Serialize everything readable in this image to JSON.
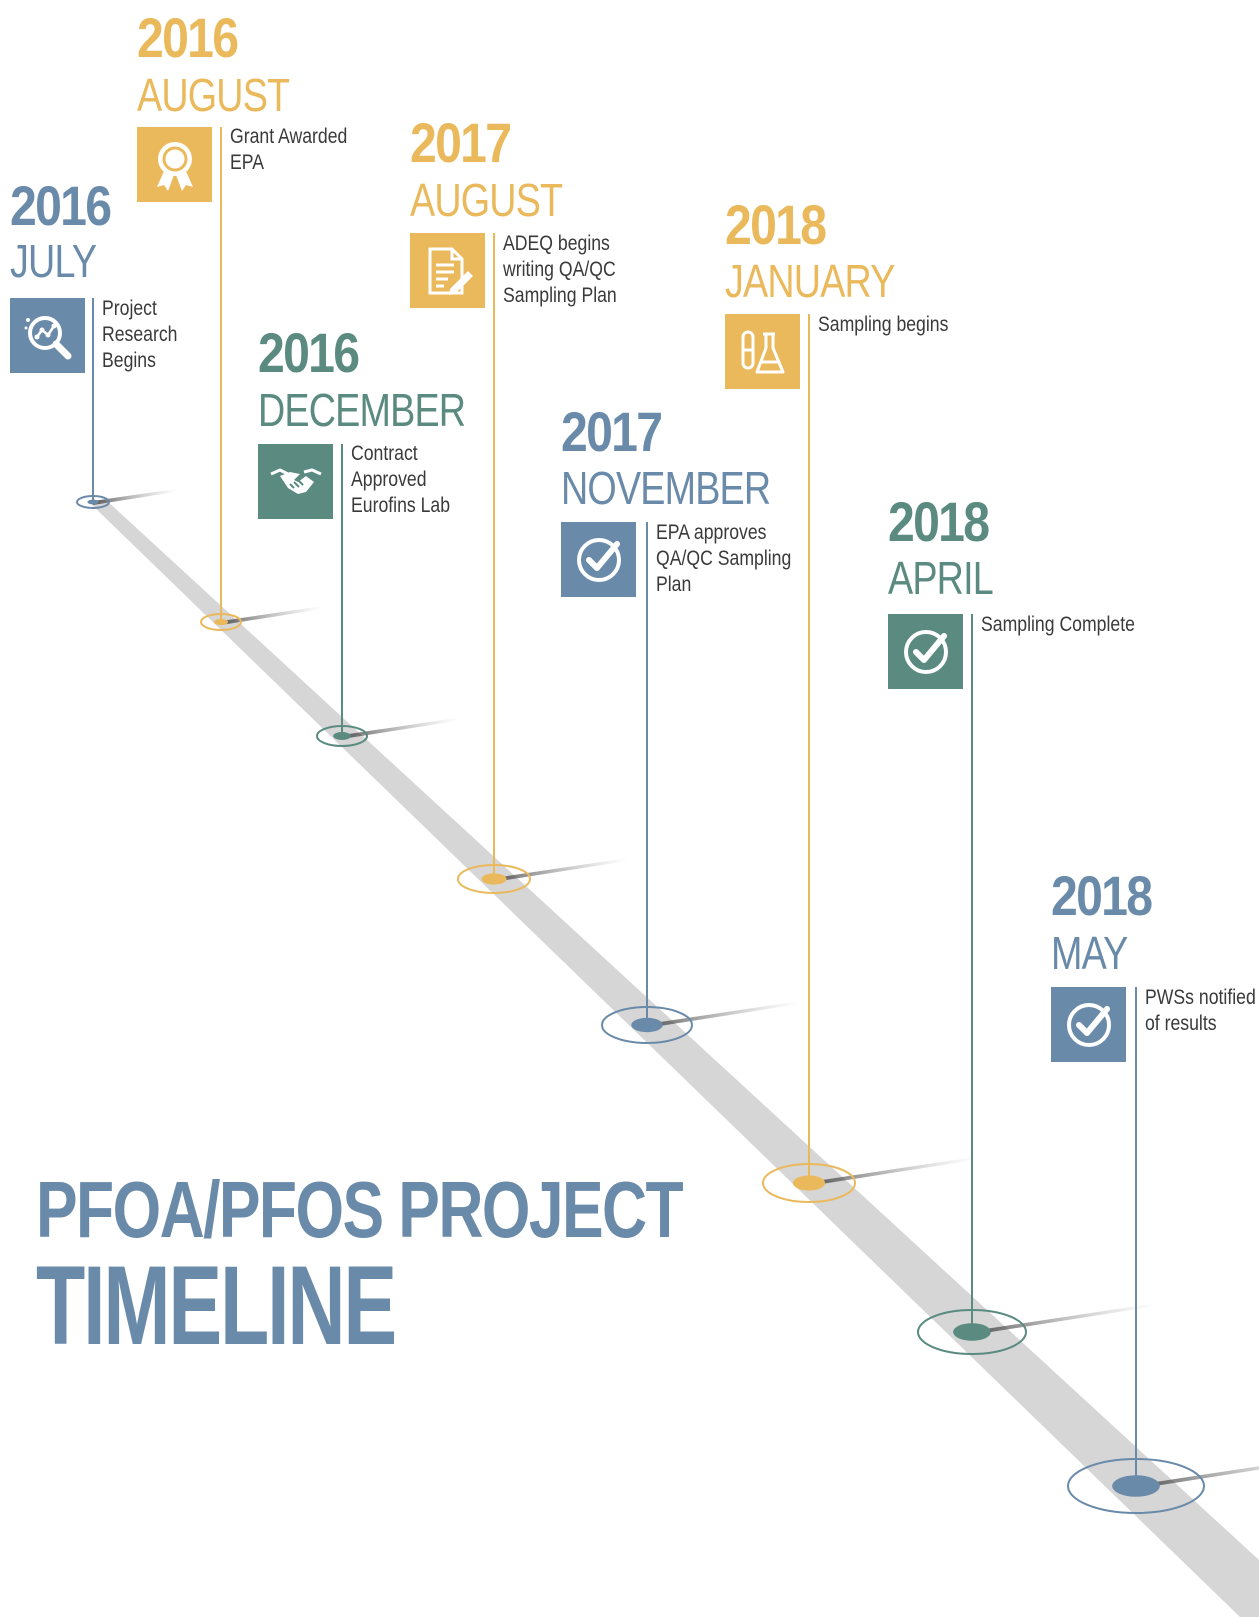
{
  "title": {
    "line1": "PFOA/PFOS PROJECT",
    "line2": "TIMELINE"
  },
  "colors": {
    "blue": "#6a8aaa",
    "gold": "#eab95c",
    "green": "#5a8a80",
    "track": "#d6d6d6",
    "text": "#3a3a3a"
  },
  "events": [
    {
      "year": "2016",
      "month": "JULY",
      "color": "blue",
      "icon": "magnifier-chart-icon",
      "lines": [
        "Project",
        "Research",
        "Begins"
      ]
    },
    {
      "year": "2016",
      "month": "AUGUST",
      "color": "gold",
      "icon": "award-ribbon-icon",
      "lines": [
        "Grant Awarded",
        "EPA"
      ]
    },
    {
      "year": "2016",
      "month": "DECEMBER",
      "color": "green",
      "icon": "handshake-icon",
      "lines": [
        "Contract",
        "Approved",
        "Eurofins Lab"
      ]
    },
    {
      "year": "2017",
      "month": "AUGUST",
      "color": "gold",
      "icon": "document-pencil-icon",
      "lines": [
        "ADEQ begins",
        "writing QA/QC",
        "Sampling Plan"
      ]
    },
    {
      "year": "2017",
      "month": "NOVEMBER",
      "color": "blue",
      "icon": "check-circle-icon",
      "lines": [
        "EPA approves",
        "QA/QC Sampling",
        "Plan"
      ]
    },
    {
      "year": "2018",
      "month": "JANUARY",
      "color": "gold",
      "icon": "flask-icon",
      "lines": [
        "Sampling begins"
      ]
    },
    {
      "year": "2018",
      "month": "APRIL",
      "color": "green",
      "icon": "check-circle-icon",
      "lines": [
        "Sampling Complete"
      ]
    },
    {
      "year": "2018",
      "month": "MAY",
      "color": "blue",
      "icon": "check-circle-icon",
      "lines": [
        "PWSs notified",
        "of results"
      ]
    }
  ]
}
